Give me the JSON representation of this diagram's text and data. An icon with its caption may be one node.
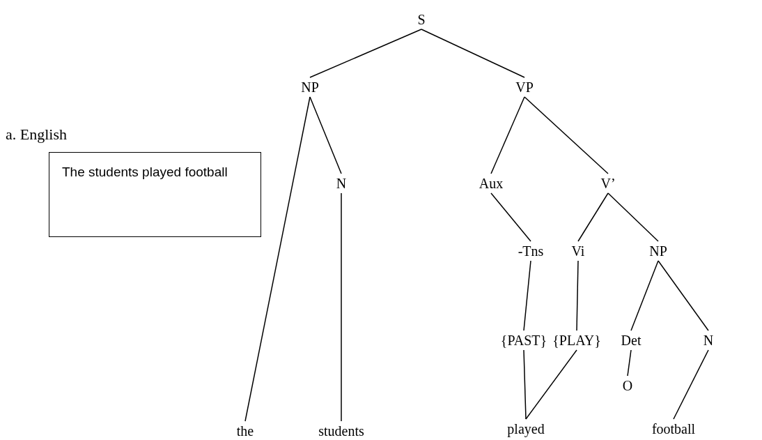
{
  "diagram": {
    "nodes": [
      {
        "text": [
          "S"
        ]
      },
      {
        "text": [
          "NP"
        ]
      },
      {
        "text": [
          "VP"
        ]
      },
      {
        "text": [
          "The students played football"
        ]
      },
      {
        "text": [
          "N"
        ]
      },
      {
        "text": [
          "Aux"
        ]
      },
      {
        "text": [
          "V’"
        ]
      },
      {
        "text": [
          "-Tns"
        ]
      },
      {
        "text": [
          "Vi"
        ]
      },
      {
        "text": [
          "NP"
        ]
      },
      {
        "text": [
          "{PAST}"
        ]
      },
      {
        "text": [
          "{PLAY}"
        ]
      },
      {
        "text": [
          "Det"
        ]
      },
      {
        "text": [
          "N"
        ]
      },
      {
        "text": [
          "O"
        ]
      },
      {
        "text": [
          "the"
        ]
      },
      {
        "text": [
          "students"
        ]
      },
      {
        "text": [
          "played"
        ]
      },
      {
        "text": [
          "football"
        ]
      }
    ],
    "edges": [
      {
        "from": 0,
        "to": 1,
        "arrow": "none"
      },
      {
        "from": 0,
        "to": 2,
        "arrow": "none"
      },
      {
        "from": 1,
        "to": 15,
        "arrow": "none"
      },
      {
        "from": 1,
        "to": 4,
        "arrow": "none"
      },
      {
        "from": 4,
        "to": 16,
        "arrow": "none"
      },
      {
        "from": 2,
        "to": 5,
        "arrow": "none"
      },
      {
        "from": 2,
        "to": 6,
        "arrow": "none"
      },
      {
        "from": 5,
        "to": 7,
        "arrow": "none"
      },
      {
        "from": 6,
        "to": 8,
        "arrow": "none"
      },
      {
        "from": 6,
        "to": 9,
        "arrow": "none"
      },
      {
        "from": 7,
        "to": 10,
        "arrow": "none"
      },
      {
        "from": 8,
        "to": 11,
        "arrow": "none"
      },
      {
        "from": 9,
        "to": 12,
        "arrow": "none"
      },
      {
        "from": 9,
        "to": 13,
        "arrow": "none"
      },
      {
        "from": 10,
        "to": 17,
        "arrow": "none"
      },
      {
        "from": 11,
        "to": 17,
        "arrow": "none"
      },
      {
        "from": 12,
        "to": 14,
        "arrow": "none"
      },
      {
        "from": 13,
        "to": 18,
        "arrow": "none"
      }
    ],
    "labels": [
      "a. English"
    ]
  }
}
